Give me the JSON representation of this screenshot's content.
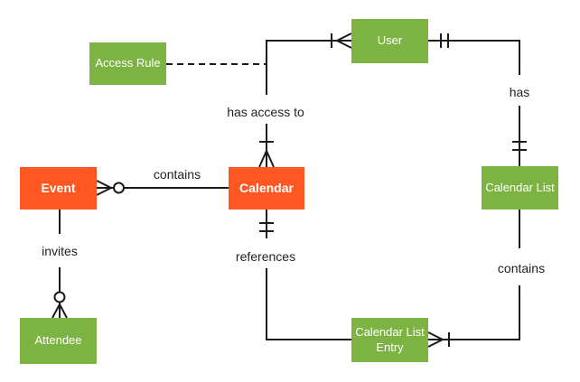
{
  "diagram_type": "entity-relationship-diagram",
  "colors": {
    "entity_green": "#7CB342",
    "entity_orange": "#FF5722",
    "entity_text": "#FFFFFF",
    "line": "#1B1B1B",
    "label_text": "#212121",
    "background": "#FFFFFF"
  },
  "entities": {
    "access_rule": {
      "label": "Access Rule",
      "color": "green"
    },
    "user": {
      "label": "User",
      "color": "green"
    },
    "event": {
      "label": "Event",
      "color": "orange"
    },
    "calendar": {
      "label": "Calendar",
      "color": "orange"
    },
    "calendar_list": {
      "label": "Calendar List",
      "color": "green"
    },
    "attendee": {
      "label": "Attendee",
      "color": "green"
    },
    "calendar_list_entry": {
      "label": "Calendar List Entry",
      "color": "green"
    }
  },
  "relationships": {
    "contains_event": {
      "label": "contains",
      "between": [
        "Calendar",
        "Event"
      ],
      "event_end_notation": "zero-or-many (crow's foot + circle)"
    },
    "has_access_to": {
      "label": "has access to",
      "between": [
        "User",
        "Calendar"
      ],
      "user_end_notation": "one-or-many (tick + crow's foot)",
      "calendar_end_notation": "one-or-many (tick + crow's foot)"
    },
    "has": {
      "label": "has",
      "between": [
        "User",
        "Calendar List"
      ],
      "user_end_notation": "exactly-one (double tick)",
      "calendar_list_end_notation": "exactly-one (double tick)"
    },
    "references": {
      "label": "references",
      "between": [
        "Calendar",
        "Calendar List Entry"
      ],
      "calendar_end_notation": "exactly-one (double tick)"
    },
    "contains_entries": {
      "label": "contains",
      "between": [
        "Calendar List",
        "Calendar List Entry"
      ],
      "entry_end_notation": "one-or-many (crow's foot + tick)"
    },
    "invites": {
      "label": "invites",
      "between": [
        "Event",
        "Attendee"
      ],
      "attendee_end_notation": "zero-or-many (circle + crow's foot)"
    },
    "access_rule_link": {
      "label": "",
      "between": [
        "Access Rule",
        "has access to relationship"
      ],
      "style": "dashed"
    }
  }
}
